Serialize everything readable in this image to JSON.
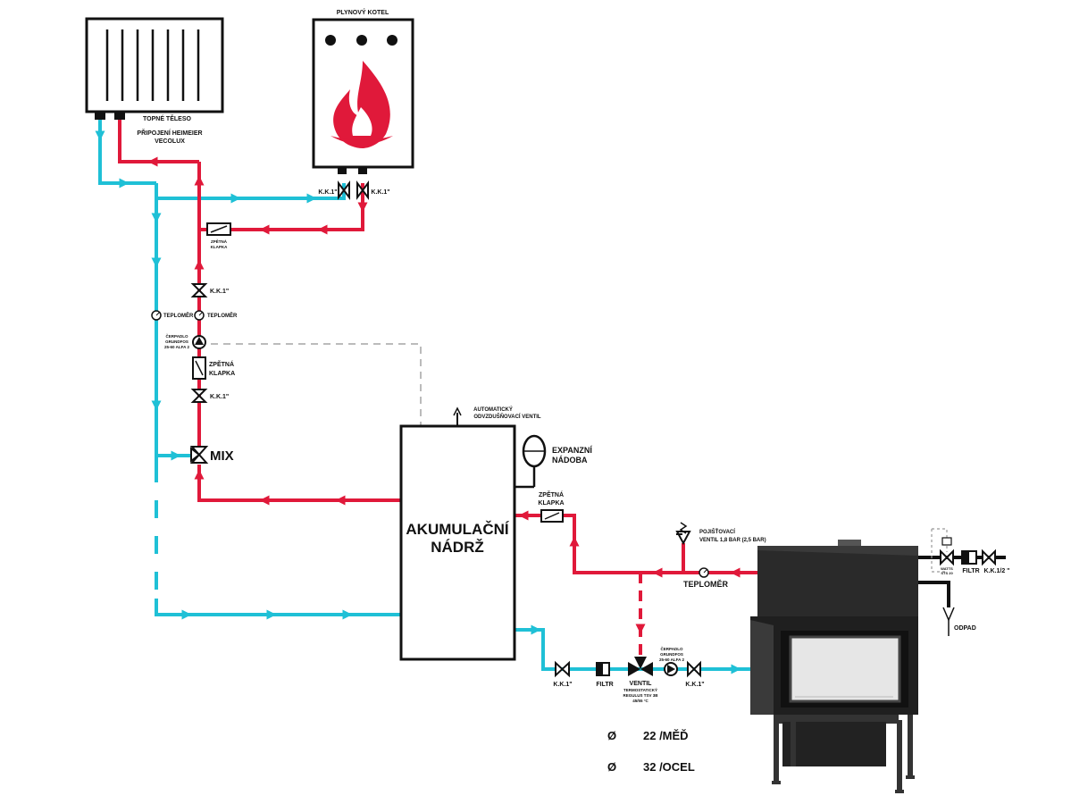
{
  "colors": {
    "cold": "#1fc0d6",
    "hot": "#e0193a",
    "black": "#111111",
    "grey": "#bbbbbb",
    "stove": "#2a2a2a"
  },
  "radiator": {
    "title": "TOPNÉ TĚLESO",
    "connection_line1": "PŘIPOJENÍ HEIMEIER",
    "connection_line2": "VECOLUX"
  },
  "gas_boiler": {
    "title": "PLYNOVÝ KOTEL",
    "valve_left": "K.K.1\"",
    "valve_right": "K.K.1\""
  },
  "boiler_branch": {
    "check_valve_line1": "ZPĚTNÁ",
    "check_valve_line2": "KLAPKA"
  },
  "left_column": {
    "valve_upper": "K.K.1\"",
    "thermometer_hot": "TEPLOMĚR",
    "thermometer_cold": "TEPLOMĚR",
    "pump_line1": "ČERPADLO",
    "pump_line2": "GRUNDFOS",
    "pump_line3": "25-60 ALFA 2",
    "check_valve_line1": "ZPĚTNÁ",
    "check_valve_line2": "KLAPKA",
    "valve_lower": "K.K.1\"",
    "mix": "MIX"
  },
  "tank": {
    "line1": "AKUMULAČNÍ",
    "line2": "NÁDRŽ",
    "air_vent_line1": "AUTOMATICKÝ",
    "air_vent_line2": "ODVZDUŠŇOVACÍ VENTIL",
    "expansion_line1": "EXPANZNÍ",
    "expansion_line2": "NÁDOBA"
  },
  "stove_circuit": {
    "check_valve_line1": "ZPĚTNÁ",
    "check_valve_line2": "KLAPKA",
    "safety_line1": "POJIŠŤOVACÍ",
    "safety_line2": "VENTIL 1,8 BAR (2,5 BAR)",
    "thermometer": "TEPLOMĚR",
    "valve_return": "K.K.1\"",
    "filter": "FILTR",
    "ventil_title": "VENTIL",
    "ventil_line2": "TERMOSTATICKÝ",
    "ventil_line3": "REGULUS TSV 3B",
    "ventil_line4": "45/55 °C",
    "pump_line1": "ČERPADLO",
    "pump_line2": "GRUNDFOS",
    "pump_line3": "25-60 ALFA 2",
    "valve_stove": "K.K.1\""
  },
  "cooling": {
    "watts_line1": "WATTS",
    "watts_line2": "STS 20",
    "filter": "FILTR",
    "valve": "K.K.1/2 \"",
    "drain": "ODPAD"
  },
  "legend": [
    {
      "symbol": "Ø",
      "text": "22 /MĚĎ"
    },
    {
      "symbol": "Ø",
      "text": "32 /OCEL"
    }
  ]
}
